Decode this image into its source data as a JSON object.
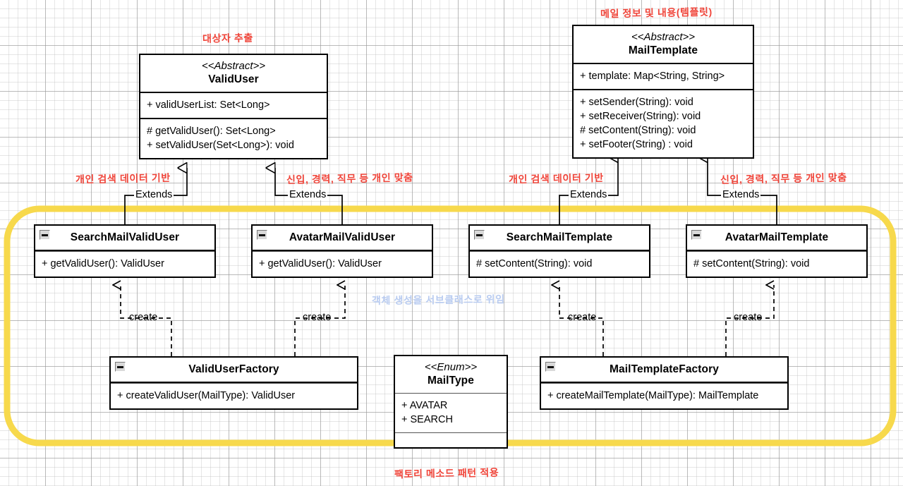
{
  "diagram": {
    "title": "Factory Method Pattern Class Diagram",
    "colors": {
      "highlight": "#F7D94C",
      "annotation_red": "#F0453A",
      "annotation_blue": "#B8CBF0",
      "box_border": "#000000",
      "grid": "#C8C8C8"
    }
  },
  "annotations": {
    "valid_user_note": "대상자 추출",
    "mail_template_note": "메일 정보 및 내용(템플릿)",
    "search_valid_user_note": "개인 검색 데이터 기반",
    "avatar_valid_user_note": "신입, 경력, 직무 등 개인 맞춤",
    "search_template_note": "개인 검색 데이터 기반",
    "avatar_template_note": "신입, 경력, 직무 등 개인 맞춤",
    "delegate_note": "객체 생성을 서브클래스로 위임",
    "bottom_caption": "팩토리 메소드 패턴 적용"
  },
  "edge_labels": {
    "extends": "Extends",
    "create": "create"
  },
  "classes": {
    "valid_user": {
      "stereotype": "<<Abstract>>",
      "name": "ValidUser",
      "attributes": [
        "+ validUserList: Set<Long>"
      ],
      "methods": [
        "# getValidUser(): Set<Long>",
        "+ setValidUser(Set<Long>): void"
      ]
    },
    "mail_template": {
      "stereotype": "<<Abstract>>",
      "name": "MailTemplate",
      "attributes": [
        "+ template: Map<String, String>"
      ],
      "methods": [
        "+ setSender(String): void",
        "+ setReceiver(String): void",
        "# setContent(String): void",
        "+ setFooter(String) : void"
      ]
    },
    "search_mail_valid_user": {
      "icon": "collapse-minus-icon",
      "name": "SearchMailValidUser",
      "methods": [
        "+ getValidUser(): ValidUser"
      ]
    },
    "avatar_mail_valid_user": {
      "icon": "collapse-minus-icon",
      "name": "AvatarMailValidUser",
      "methods": [
        "+ getValidUser(): ValidUser"
      ]
    },
    "search_mail_template": {
      "icon": "collapse-minus-icon",
      "name": "SearchMailTemplate",
      "methods": [
        "# setContent(String): void"
      ]
    },
    "avatar_mail_template": {
      "icon": "collapse-minus-icon",
      "name": "AvatarMailTemplate",
      "methods": [
        "# setContent(String): void"
      ]
    },
    "valid_user_factory": {
      "icon": "collapse-minus-icon",
      "name": "ValidUserFactory",
      "methods": [
        "+ createValidUser(MailType): ValidUser"
      ]
    },
    "mail_template_factory": {
      "icon": "collapse-minus-icon",
      "name": "MailTemplateFactory",
      "methods": [
        "+ createMailTemplate(MailType): MailTemplate"
      ]
    },
    "mail_type": {
      "stereotype": "<<Enum>>",
      "name": "MailType",
      "constants": [
        "+ AVATAR",
        "+ SEARCH"
      ]
    }
  }
}
